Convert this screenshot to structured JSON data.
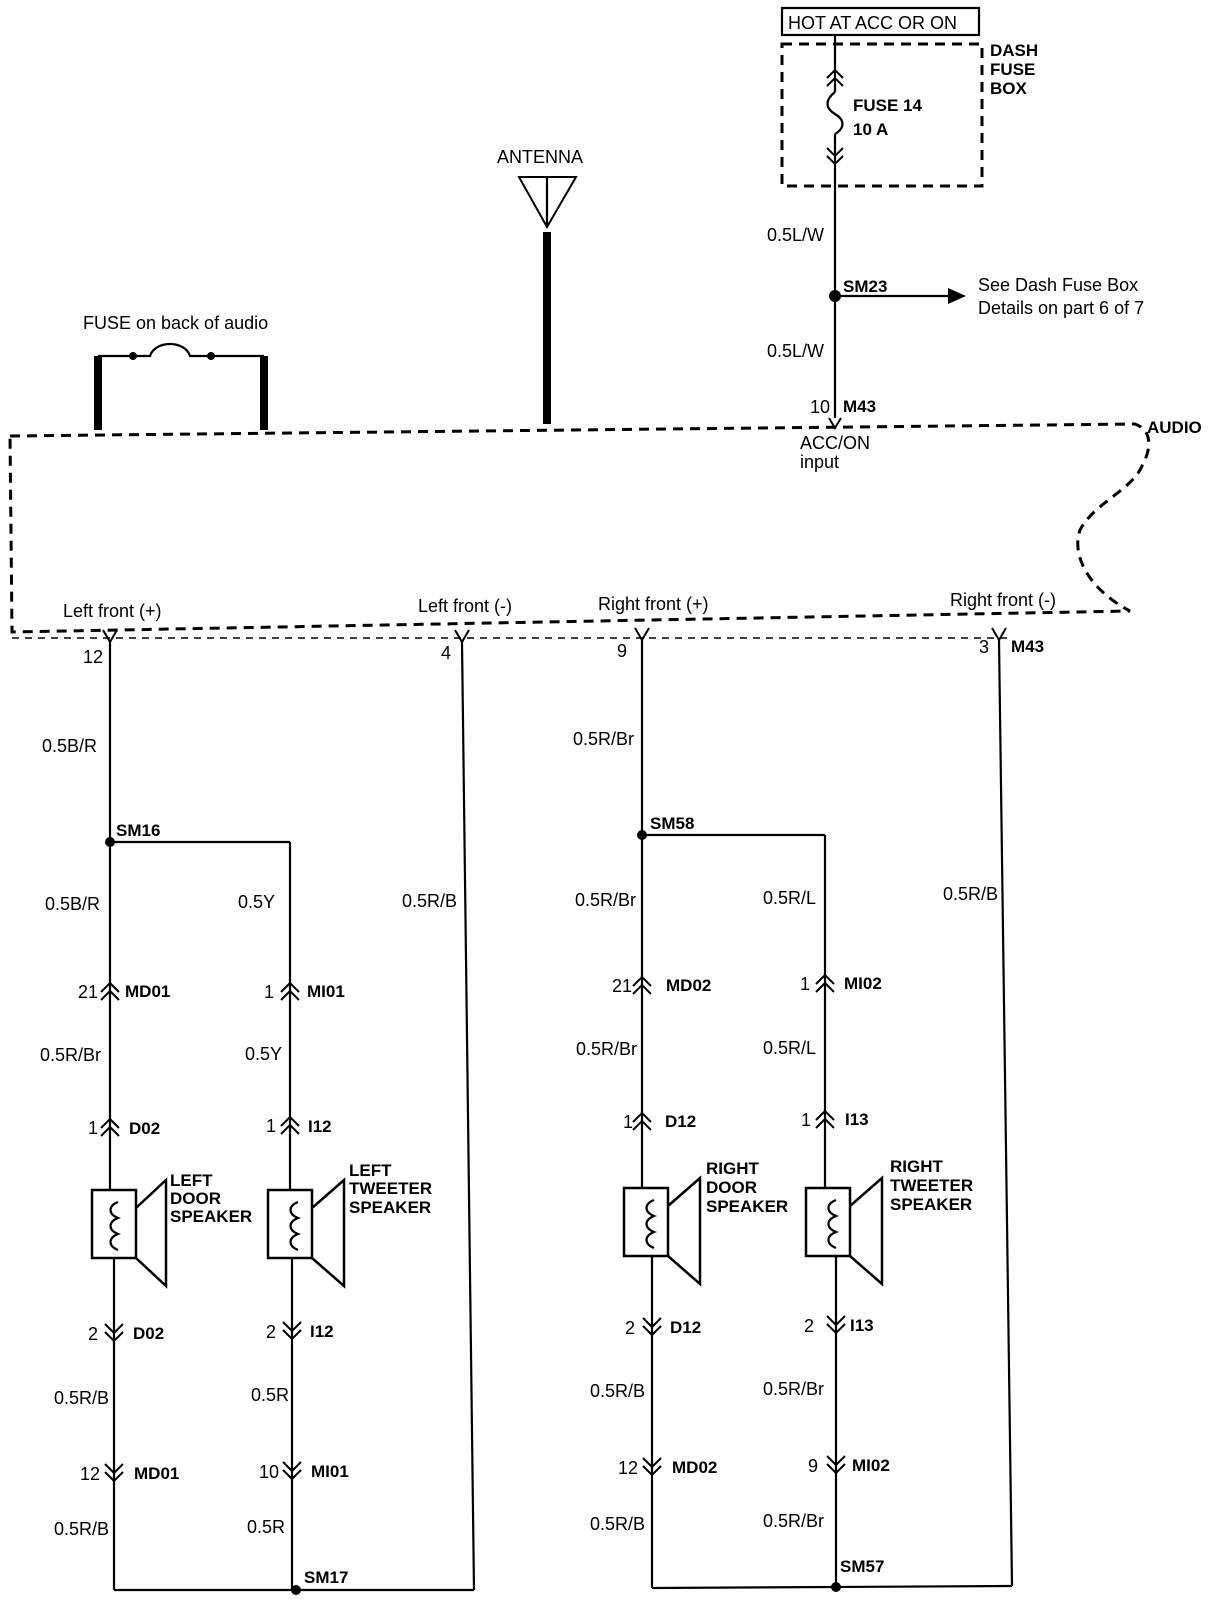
{
  "header": {
    "supply_label": "HOT AT ACC OR ON",
    "fuse_box_label": [
      "DASH",
      "FUSE",
      "BOX"
    ],
    "fuse_name": "FUSE 14",
    "fuse_rating": "10 A"
  },
  "splice_sm23": {
    "name": "SM23",
    "note_line1": "See Dash Fuse Box",
    "note_line2": "Details on  part 6 of 7"
  },
  "wires": {
    "acc_top": "0.5L/W",
    "acc_bottom": "0.5L/W",
    "lf_pos_top": "0.5B/R",
    "lf_pos_mid": "0.5B/R",
    "lf_pos_door": "0.5R/Br",
    "lf_door_bot1": "0.5R/B",
    "lf_door_bot2": "0.5R/B",
    "lt_top": "0.5Y",
    "lt_mid": "0.5Y",
    "lt_bot1": "0.5R",
    "lt_bot2": "0.5R",
    "lf_neg": "0.5R/B",
    "rf_pos_top": "0.5R/Br",
    "rf_pos_mid": "0.5R/Br",
    "rf_pos_door": "0.5R/Br",
    "rf_door_bot1": "0.5R/B",
    "rf_door_bot2": "0.5R/B",
    "rt_top": "0.5R/L",
    "rt_mid": "0.5R/L",
    "rt_bot1": "0.5R/Br",
    "rt_bot2": "0.5R/Br",
    "rf_neg": "0.5R/B"
  },
  "audio": {
    "label": "AUDIO",
    "fuse_label": "FUSE on back of audio",
    "antenna_label": "ANTENNA",
    "acc_pin": "10",
    "acc_conn": "M43",
    "acc_input_l1": "ACC/ON",
    "acc_input_l2": "input",
    "lf_pos": "Left front (+)",
    "lf_neg": "Left front (-)",
    "rf_pos": "Right front (+)",
    "rf_neg": "Right front (-)",
    "pin_lf_pos": "12",
    "pin_lf_neg": "4",
    "pin_rf_pos": "9",
    "pin_rf_neg": "3",
    "bottom_conn": "M43"
  },
  "splices": {
    "sm16": "SM16",
    "sm58": "SM58",
    "sm17": "SM17",
    "sm57": "SM57"
  },
  "connectors": {
    "md01_top_pin": "21",
    "md01_top": "MD01",
    "mi01_top_pin": "1",
    "mi01_top": "MI01",
    "d02_top_pin": "1",
    "d02_top": "D02",
    "i12_top_pin": "1",
    "i12_top": "I12",
    "d02_bot_pin": "2",
    "d02_bot": "D02",
    "i12_bot_pin": "2",
    "i12_bot": "I12",
    "md01_bot_pin": "12",
    "md01_bot": "MD01",
    "mi01_bot_pin": "10",
    "mi01_bot": "MI01",
    "md02_top_pin": "21",
    "md02_top": "MD02",
    "mi02_top_pin": "1",
    "mi02_top": "MI02",
    "d12_top_pin": "1",
    "d12_top": "D12",
    "i13_top_pin": "1",
    "i13_top": "I13",
    "d12_bot_pin": "2",
    "d12_bot": "D12",
    "i13_bot_pin": "2",
    "i13_bot": "I13",
    "md02_bot_pin": "12",
    "md02_bot": "MD02",
    "mi02_bot_pin": "9",
    "mi02_bot": "MI02"
  },
  "speakers": {
    "left_door": [
      "LEFT",
      "DOOR",
      "SPEAKER"
    ],
    "left_tweeter": [
      "LEFT",
      "TWEETER",
      "SPEAKER"
    ],
    "right_door": [
      "RIGHT",
      "DOOR",
      "SPEAKER"
    ],
    "right_tweeter": [
      "RIGHT",
      "TWEETER",
      "SPEAKER"
    ]
  }
}
